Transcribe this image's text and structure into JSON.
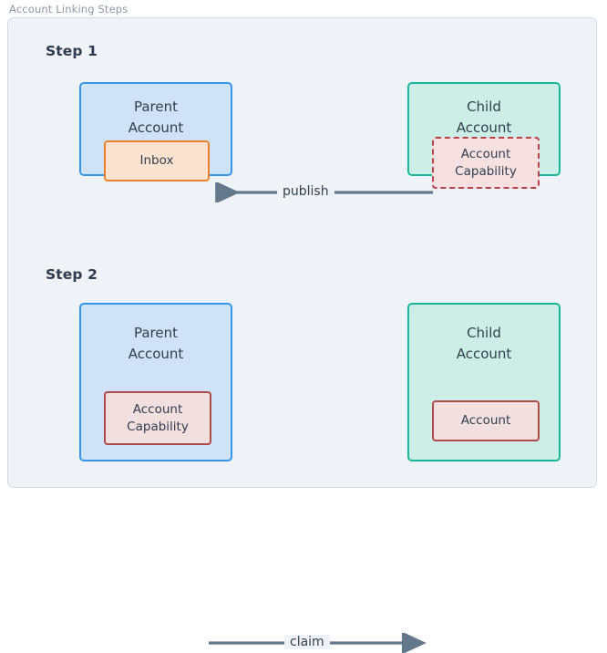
{
  "diagram": {
    "caption": "Account Linking Steps",
    "colors": {
      "panel_background": "#eff2f6",
      "panel_border": "#d3dae3",
      "caption_text": "#8d97a5",
      "step_label_text": "#2e3a4d",
      "parent_account_fill": "#cfe2f7",
      "parent_account_border": "#3596ec",
      "child_account_fill": "#cdeee6",
      "child_account_border": "#19b799",
      "inbox_fill": "#fbe3d0",
      "inbox_border": "#e8822e",
      "capability_fill": "#f7e0e0",
      "capability_border": "#b5414a",
      "arrow_stroke": "#64788c",
      "node_text": "#313f4e"
    },
    "steps": [
      {
        "label": "Step 1",
        "left_node": {
          "title": "Parent\nAccount",
          "type": "parent-account",
          "inner": {
            "label": "Inbox",
            "style": "solid",
            "type": "inbox"
          }
        },
        "right_node": {
          "title": "Child\nAccount",
          "type": "child-account",
          "inner": {
            "label": "Account\nCapability",
            "style": "dashed",
            "type": "account-capability"
          }
        },
        "connector": {
          "label": "publish",
          "direction": "left",
          "from": "Account Capability",
          "to": "Inbox"
        }
      },
      {
        "label": "Step 2",
        "left_node": {
          "title": "Parent\nAccount",
          "type": "parent-account",
          "inner": {
            "label": "Account\nCapability",
            "style": "solid",
            "type": "account-capability"
          }
        },
        "right_node": {
          "title": "Child\nAccount",
          "type": "child-account",
          "inner": {
            "label": "Account",
            "style": "solid",
            "type": "account"
          }
        },
        "connector": {
          "label": "claim",
          "direction": "right",
          "from": "Account Capability",
          "to": "Account"
        }
      }
    ]
  }
}
